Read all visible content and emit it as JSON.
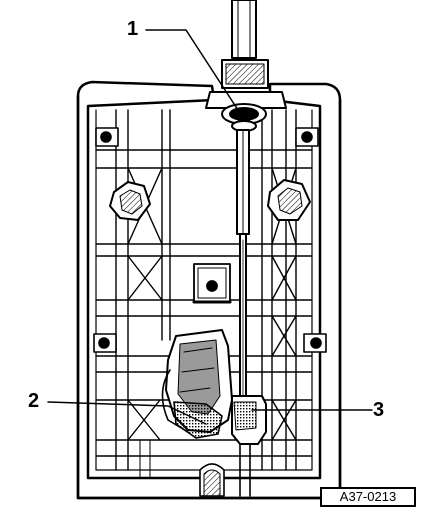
{
  "figure": {
    "callouts": [
      {
        "number": "1"
      },
      {
        "number": "2"
      },
      {
        "number": "3"
      }
    ],
    "reference_code": "A37-0213"
  },
  "colors": {
    "line": "#000000",
    "background": "#ffffff",
    "shading": "#9a9a9a"
  }
}
